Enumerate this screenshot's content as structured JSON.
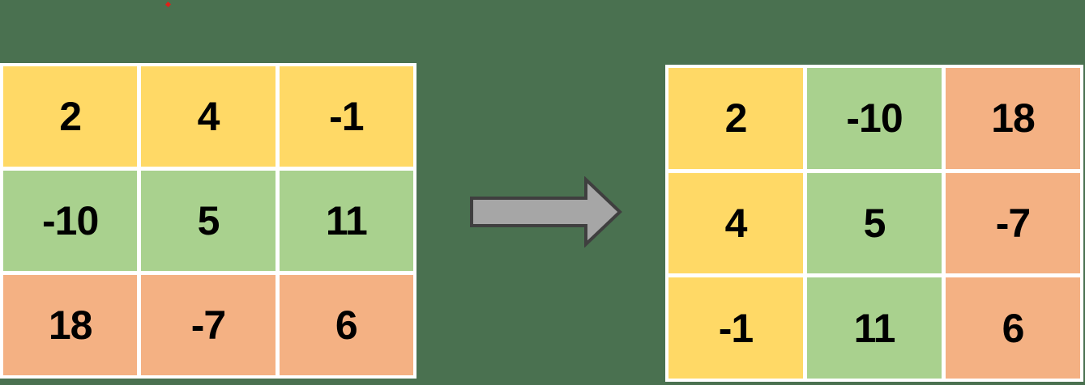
{
  "colors": {
    "background": "#4A7150",
    "cell-yellow": "#FFD966",
    "cell-green": "#A9D18E",
    "cell-orange": "#F4B183",
    "grid-line": "#FFFFFF",
    "number-text": "#000000",
    "arrow-fill": "#A6A6A6",
    "arrow-outline": "#3F3F3F",
    "speck-red": "#DF2118"
  },
  "left_matrix": {
    "cells": [
      {
        "value": "2",
        "color": "yellow"
      },
      {
        "value": "4",
        "color": "yellow"
      },
      {
        "value": "-1",
        "color": "yellow"
      },
      {
        "value": "-10",
        "color": "green"
      },
      {
        "value": "5",
        "color": "green"
      },
      {
        "value": "11",
        "color": "green"
      },
      {
        "value": "18",
        "color": "orange"
      },
      {
        "value": "-7",
        "color": "orange"
      },
      {
        "value": "6",
        "color": "orange"
      }
    ]
  },
  "right_matrix": {
    "cells": [
      {
        "value": "2",
        "color": "yellow"
      },
      {
        "value": "-10",
        "color": "green"
      },
      {
        "value": "18",
        "color": "orange"
      },
      {
        "value": "4",
        "color": "yellow"
      },
      {
        "value": "5",
        "color": "green"
      },
      {
        "value": "-7",
        "color": "orange"
      },
      {
        "value": "-1",
        "color": "yellow"
      },
      {
        "value": "11",
        "color": "green"
      },
      {
        "value": "6",
        "color": "orange"
      }
    ]
  }
}
